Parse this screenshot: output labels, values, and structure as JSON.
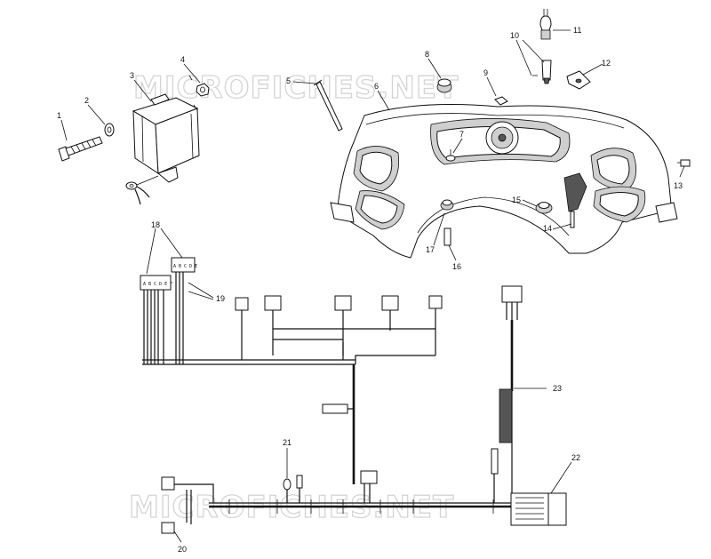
{
  "watermark": {
    "top": "MICROFICHES.NET",
    "bottom": "MICROFICHES.NET"
  },
  "connector_pins": {
    "left": "A B C D E F",
    "top": "A B C D E"
  },
  "callouts": [
    {
      "id": "1",
      "label": "1"
    },
    {
      "id": "2",
      "label": "2"
    },
    {
      "id": "3",
      "label": "3"
    },
    {
      "id": "4",
      "label": "4"
    },
    {
      "id": "5",
      "label": "5"
    },
    {
      "id": "6",
      "label": "6"
    },
    {
      "id": "7",
      "label": "7"
    },
    {
      "id": "8",
      "label": "8"
    },
    {
      "id": "9",
      "label": "9"
    },
    {
      "id": "10",
      "label": "10"
    },
    {
      "id": "11",
      "label": "11"
    },
    {
      "id": "12",
      "label": "12"
    },
    {
      "id": "13",
      "label": "13"
    },
    {
      "id": "14",
      "label": "14"
    },
    {
      "id": "15",
      "label": "15"
    },
    {
      "id": "16",
      "label": "16"
    },
    {
      "id": "17",
      "label": "17"
    },
    {
      "id": "18",
      "label": "18"
    },
    {
      "id": "19",
      "label": "19"
    },
    {
      "id": "20",
      "label": "20"
    },
    {
      "id": "21",
      "label": "21"
    },
    {
      "id": "22",
      "label": "22"
    },
    {
      "id": "23",
      "label": "23"
    }
  ]
}
